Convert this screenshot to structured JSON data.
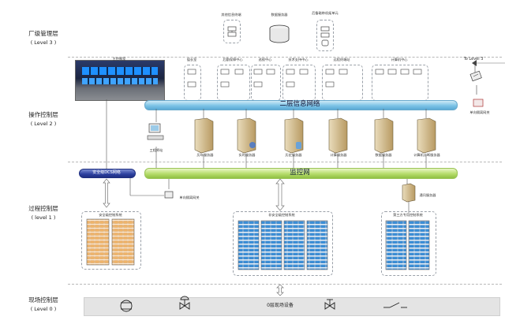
{
  "levels": [
    {
      "title": "厂级管理层",
      "sub": "( Level 3 )"
    },
    {
      "title": "操作控制层",
      "sub": "( Level 2 )"
    },
    {
      "title": "过程控制层",
      "sub": "( level 1 )"
    },
    {
      "title": "现场控制层",
      "sub": "( Level 0 )"
    }
  ],
  "level3": {
    "servers": [
      "其他信息终端",
      "数据服务器",
      "后备磁带机架单元"
    ]
  },
  "control_room": "主控制室",
  "level2_groups": [
    "值长室",
    "后勤保障中心",
    "巡视中心",
    "技术支持中心",
    "远程终端站",
    "计算机中心"
  ],
  "networks": {
    "info": "二层信息网络",
    "monitor": "监控网",
    "dcs": "安全级DCS网络"
  },
  "level2_servers": [
    "工程师站",
    "历年服务器",
    "实时服务器",
    "历史服务器",
    "计算服务器",
    "数据服务器",
    "计算机诊断服务器"
  ],
  "to_level3": "To Level 3",
  "firewall": "单向隔离网关",
  "unidirectional_gw": "单向隔离网关",
  "gateway_server": "通讯服务器",
  "cabinet_groups": [
    "安全级控制系统",
    "非安全级控制系统",
    "第三方专用控制系统"
  ],
  "field_bar": "0层现场设备"
}
